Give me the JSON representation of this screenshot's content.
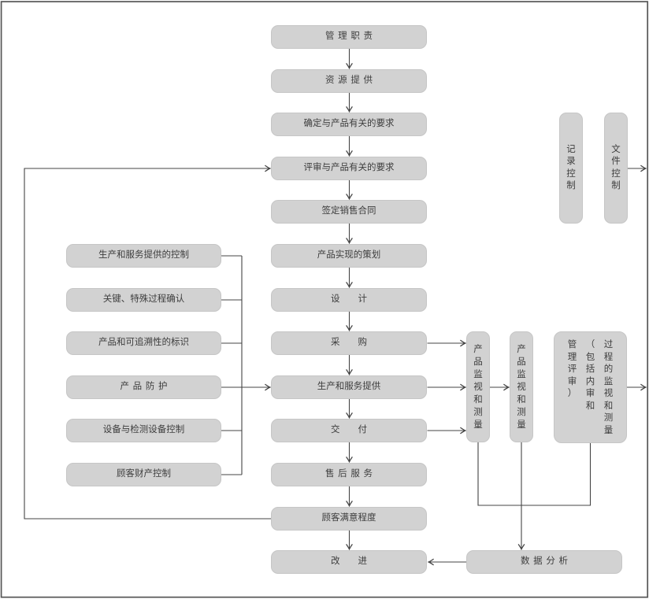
{
  "colors": {
    "node_fill": "#d2d2d2",
    "node_border": "#c6c6c6",
    "text_color": "#3d3d3d",
    "line_color": "#444444",
    "frame_color": "#565656",
    "bg_color": "#ffffff"
  },
  "nodes": {
    "main": [
      {
        "label": "管 理 职 责"
      },
      {
        "label": "资 源 提 供"
      },
      {
        "label": "确定与产品有关的要求"
      },
      {
        "label": "评审与产品有关的要求"
      },
      {
        "label": "签定销售合同"
      },
      {
        "label": "产品实现的策划"
      },
      {
        "label": "设　　计"
      },
      {
        "label": "采　　购"
      },
      {
        "label": "生产和服务提供"
      },
      {
        "label": "交　　付"
      },
      {
        "label": "售 后 服 务"
      },
      {
        "label": "顾客满意程度"
      },
      {
        "label": "改　　进"
      }
    ],
    "support": [
      {
        "label": "生产和服务提供的控制"
      },
      {
        "label": "关键、特殊过程确认"
      },
      {
        "label": "产品和可追溯性的标识"
      },
      {
        "label": "产 品 防 护"
      },
      {
        "label": "设备与检测设备控制"
      },
      {
        "label": "顾客财产控制"
      }
    ],
    "control": [
      {
        "label": "记录控制"
      },
      {
        "label": "文件控制"
      }
    ],
    "measurement": [
      {
        "label": "产品监视和测量"
      },
      {
        "label": "产品监视和测量"
      },
      {
        "label": "过程的监视和测量（包括内审和管理评审）",
        "lines": [
          "过程的监视和测量",
          "（包括内审和",
          "管理评审）"
        ]
      }
    ],
    "analysis": {
      "label": "数 据 分 析"
    }
  }
}
